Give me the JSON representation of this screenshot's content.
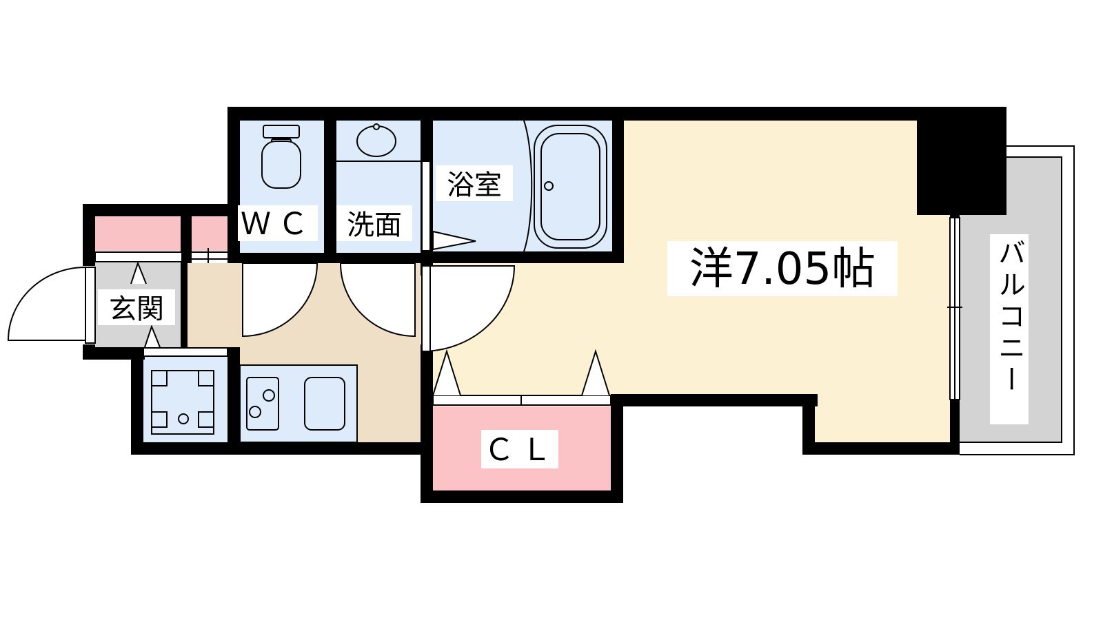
{
  "floor_plan": {
    "rooms": {
      "western": {
        "label": "洋7.05帖",
        "fill": "#FDF1D3"
      },
      "wc": {
        "label": "ＷＣ",
        "fill": "#DDEBFA"
      },
      "washroom": {
        "label": "洗面",
        "fill": "#DDEBFA"
      },
      "bathroom": {
        "label": "浴室",
        "fill": "#DDEBFA"
      },
      "entrance": {
        "label": "玄関",
        "fill": "#D6D6D6"
      },
      "closet": {
        "label": "ＣＬ",
        "fill": "#FBC3C6"
      },
      "balcony": {
        "label": "バルコニー",
        "fill": "#D3D3D3"
      },
      "kitchen": {
        "fill": "#EEDFC6"
      },
      "storage": {
        "fill": "#F9C2C5"
      }
    },
    "wall_color": "#000000",
    "fixture_color": "#DDEBFA"
  }
}
